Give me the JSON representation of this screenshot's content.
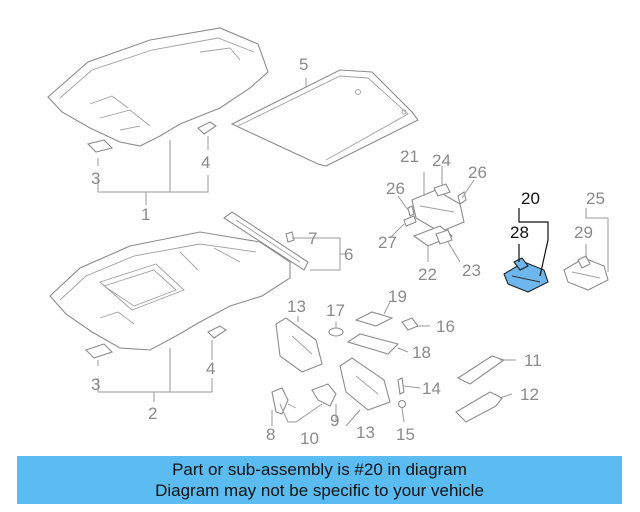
{
  "callouts": {
    "c1": "1",
    "c2": "2",
    "c3a": "3",
    "c3b": "3",
    "c4a": "4",
    "c4b": "4",
    "c5": "5",
    "c6": "6",
    "c7": "7",
    "c8": "8",
    "c9": "9",
    "c10": "10",
    "c11": "11",
    "c12": "12",
    "c13a": "13",
    "c13b": "13",
    "c14": "14",
    "c15": "15",
    "c16": "16",
    "c17": "17",
    "c18": "18",
    "c19": "19",
    "c20": "20",
    "c21": "21",
    "c22": "22",
    "c23": "23",
    "c24": "24",
    "c25": "25",
    "c26a": "26",
    "c26b": "26",
    "c27": "27",
    "c28": "28",
    "c29": "29"
  },
  "highlight_color": "#6db7ee",
  "banner": {
    "line1": "Part or sub-assembly is #20 in diagram",
    "line2": "Diagram may not be specific to your vehicle",
    "color": "#5bbcf2"
  }
}
